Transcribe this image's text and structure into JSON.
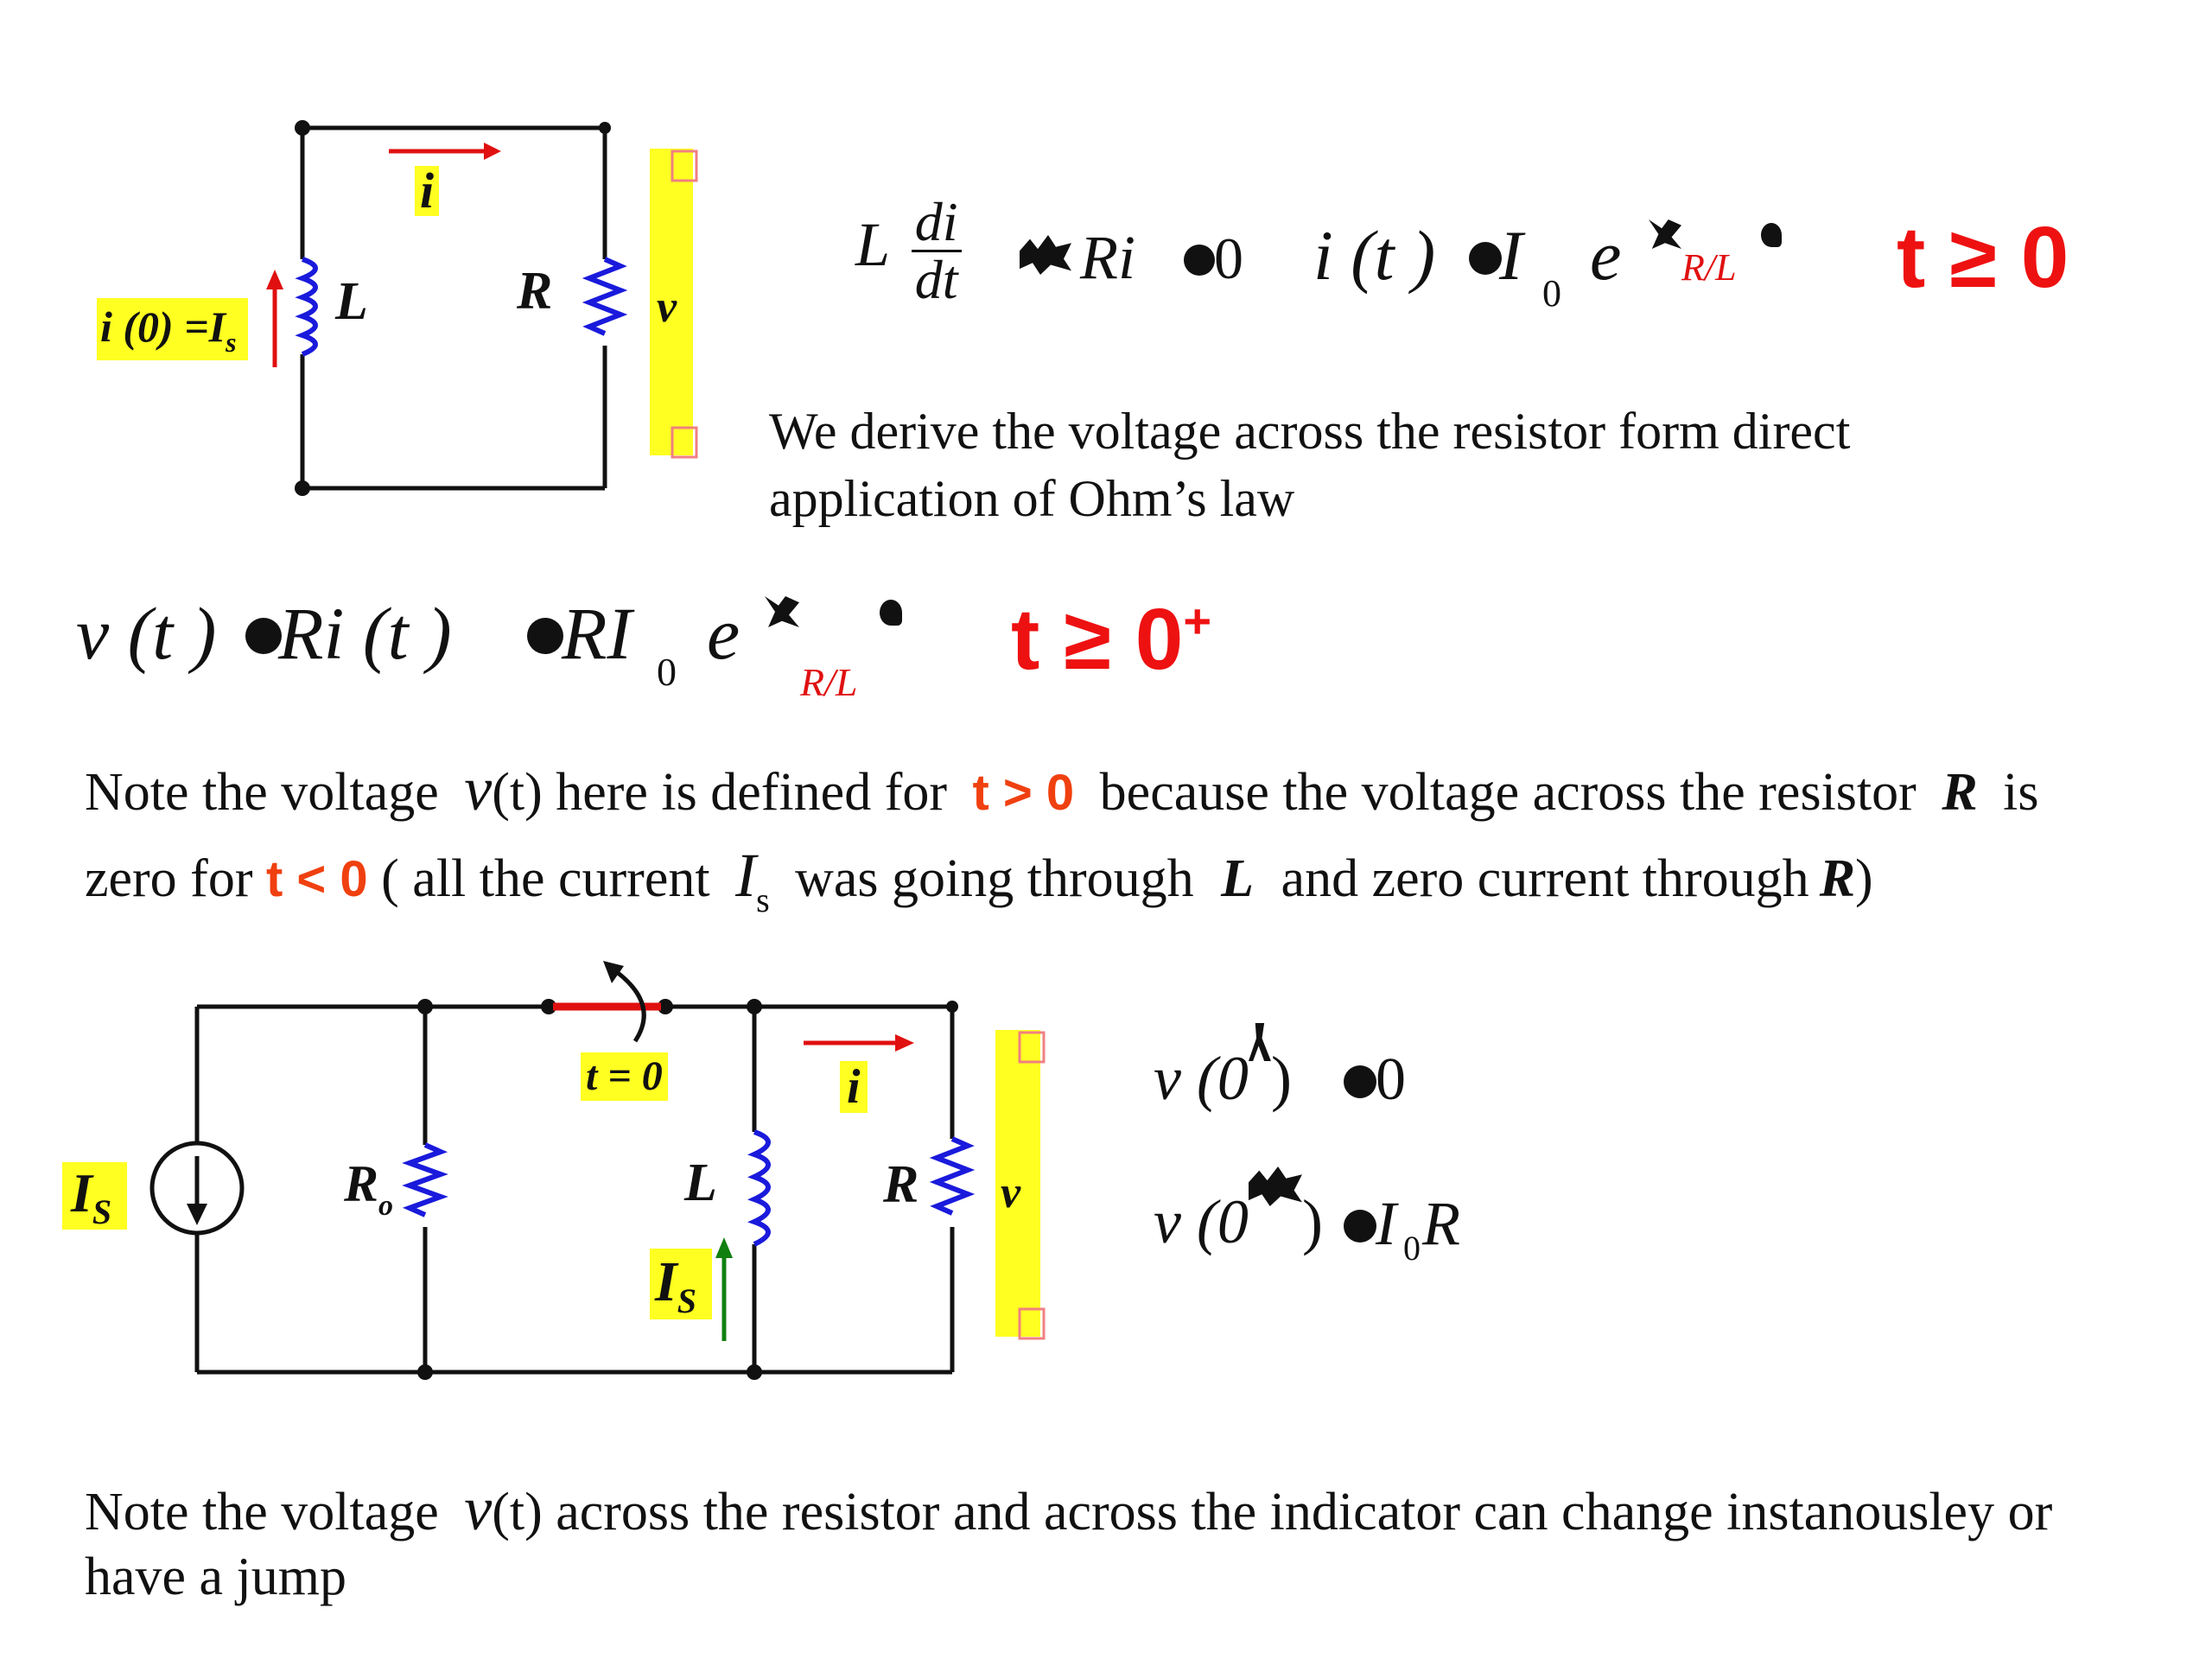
{
  "circuit1": {
    "current_label": "i",
    "initial_label": "i (0) =I",
    "initial_sub": "s",
    "inductor_label": "L",
    "resistor_label": "R",
    "voltage_label": "v"
  },
  "eq1": {
    "L": "L",
    "num": "di",
    "den": "dt",
    "Ri": "Ri",
    "zero": "0",
    "it": "i (t )",
    "I": "I",
    "I_sub": "0",
    "e": "e",
    "exp": "R/L",
    "cond": "t ≥ 0"
  },
  "text1": {
    "line1": "We derive the voltage across the resistor form direct",
    "line2": "application of Ohm’s law"
  },
  "eq2": {
    "vt": "v (t )",
    "Rit": "Ri (t )",
    "RI": "RI",
    "I_sub": "0",
    "e": "e",
    "exp": "R/L",
    "cond": "t ≥ 0",
    "cond_sup": "+"
  },
  "note1": {
    "a": "Note the voltage",
    "v": "v",
    "b": "(t)  here is defined for",
    "c": "t > 0",
    "d": "because the voltage across the resistor",
    "R": "R",
    "e": "is",
    "f": "zero for",
    "g": "t < 0",
    "h": "( all the current",
    "I": "I",
    "I_sub": "s",
    "i": "was going through",
    "L": "L",
    "j": "and zero current through",
    "R2": "R",
    "k": ")"
  },
  "circuit2": {
    "source_label": "I",
    "source_sub": "S",
    "ro_label": "R",
    "ro_sub": "o",
    "switch_label": "t = 0",
    "current_label": "i",
    "inductor_label": "L",
    "is_label": "I",
    "is_sub": "S",
    "resistor_label": "R",
    "voltage_label": "v"
  },
  "eq3": {
    "v0minus": "v (0",
    "close": ")",
    "val1": "0",
    "v0plus": "v (0",
    "I": "I",
    "I_sub": "0",
    "R": "R"
  },
  "note2": {
    "a": "Note the voltage",
    "v": "v",
    "b": "(t) across the resistor and across the indicator can change instanousley or",
    "line2": "have a jump"
  },
  "colors": {
    "wire": "#111111",
    "coil": "#1a1adc",
    "arrow_red": "#e01010",
    "arrow_green": "#108010",
    "highlight": "#ffff22",
    "handle": "#f08080"
  }
}
